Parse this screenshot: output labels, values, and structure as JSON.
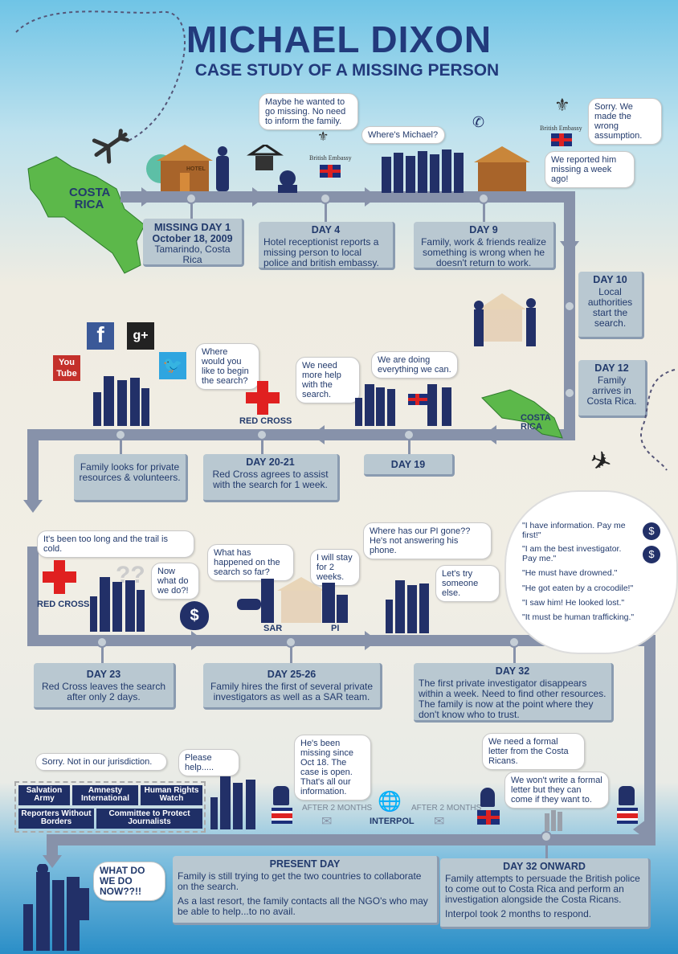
{
  "title": "MICHAEL DIXON",
  "subtitle": "CASE STUDY OF A MISSING PERSON",
  "labels": {
    "costa_rica": "COSTA RICA",
    "costa_rica2": "COSTA RICA",
    "british_embassy": "British Embassy",
    "british_embassy2": "British Embassy",
    "red_cross": "RED CROSS",
    "red_cross2": "RED CROSS",
    "sar": "SAR",
    "pi": "PI",
    "interpol": "INTERPOL",
    "after1": "AFTER 2 MONTHS",
    "after2": "AFTER 2 MONTHS",
    "hotel": "HOTEL",
    "youtube": "You Tube",
    "facebook": "f",
    "gplus": "g+"
  },
  "events": [
    {
      "title": "MISSING DAY 1",
      "line1": "October 18, 2009",
      "line2": "Tamarindo, Costa Rica"
    },
    {
      "title": "DAY 4",
      "text": "Hotel receptionist reports a missing person to local police and british embassy."
    },
    {
      "title": "DAY 9",
      "text": "Family, work & friends realize something is wrong when he doesn't return to work."
    },
    {
      "title": "DAY 10",
      "text": "Local authorities start the search."
    },
    {
      "title": "DAY 12",
      "text": "Family arrives in Costa Rica."
    },
    {
      "title": "DAY 19",
      "text": ""
    },
    {
      "title": "DAY 20-21",
      "text": "Red Cross agrees to assist with the search for 1 week."
    },
    {
      "title": "",
      "text": "Family looks for private resources & volunteers."
    },
    {
      "title": "DAY 23",
      "text": "Red Cross leaves the search after only 2 days."
    },
    {
      "title": "DAY 25-26",
      "text": "Family hires the first of several private investigators as well as a SAR team."
    },
    {
      "title": "DAY 32",
      "text": "The first private investigator disappears within a week. Need to find other resources. The family is now at the point where they don't know who to trust."
    },
    {
      "title": "PRESENT DAY",
      "text": "Family is still trying to get the two countries to collaborate on the search.",
      "text2": "As a last resort, the family contacts all the NGO's who may be able to help...to no avail."
    },
    {
      "title": "DAY 32 ONWARD",
      "text": "Family attempts to persuade the British police to come out to Costa Rica and perform an investigation alongside the Costa Ricans.",
      "text2": "Interpol took 2 months to respond."
    }
  ],
  "bubbles": {
    "maybe": "Maybe he wanted to go missing. No need to inform the family.",
    "where_michael": "Where's Michael?",
    "sorry_wrong": "Sorry. We made the wrong assumption.",
    "reported": "We reported him missing a week ago!",
    "where_begin": "Where would you like to begin the search?",
    "need_help": "We need more help with the search.",
    "doing_everything": "We are doing everything we can.",
    "trail_cold": "It's been too long and the trail is cold.",
    "now_what": "Now what do we do?!",
    "what_happened": "What has happened on the search so far?",
    "stay": "I will stay for 2 weeks.",
    "where_pi": "Where has our PI gone?? He's not answering his phone.",
    "try_else": "Let's try someone else.",
    "jurisdiction": "Sorry. Not in our jurisdiction.",
    "please_help": "Please help.....",
    "been_missing": "He's been missing since Oct 18. The case is open. That's all our information.",
    "formal_letter": "We need a formal letter from the Costa Ricans.",
    "wont_write": "We won't write a formal letter but they can come if they want to.",
    "what_now": "WHAT DO WE DO NOW??!!"
  },
  "cloud": [
    "\"I have information. Pay me first!\"",
    "\"I am the best investigator. Pay me.\"",
    "\"He must have drowned.\"",
    "\"He got eaten by a crocodile!\"",
    "\"I saw him! He looked lost.\"",
    "\"It must be human trafficking.\""
  ],
  "ngos": [
    "Salvation Army",
    "Amnesty International",
    "Human Rights Watch",
    "Reporters Without Borders",
    "Committee to Protect Journalists"
  ],
  "colors": {
    "navy": "#223a7c",
    "path": "#8792aa",
    "box": "#b9c8d1",
    "green": "#5cb84a",
    "red": "#e02020"
  }
}
